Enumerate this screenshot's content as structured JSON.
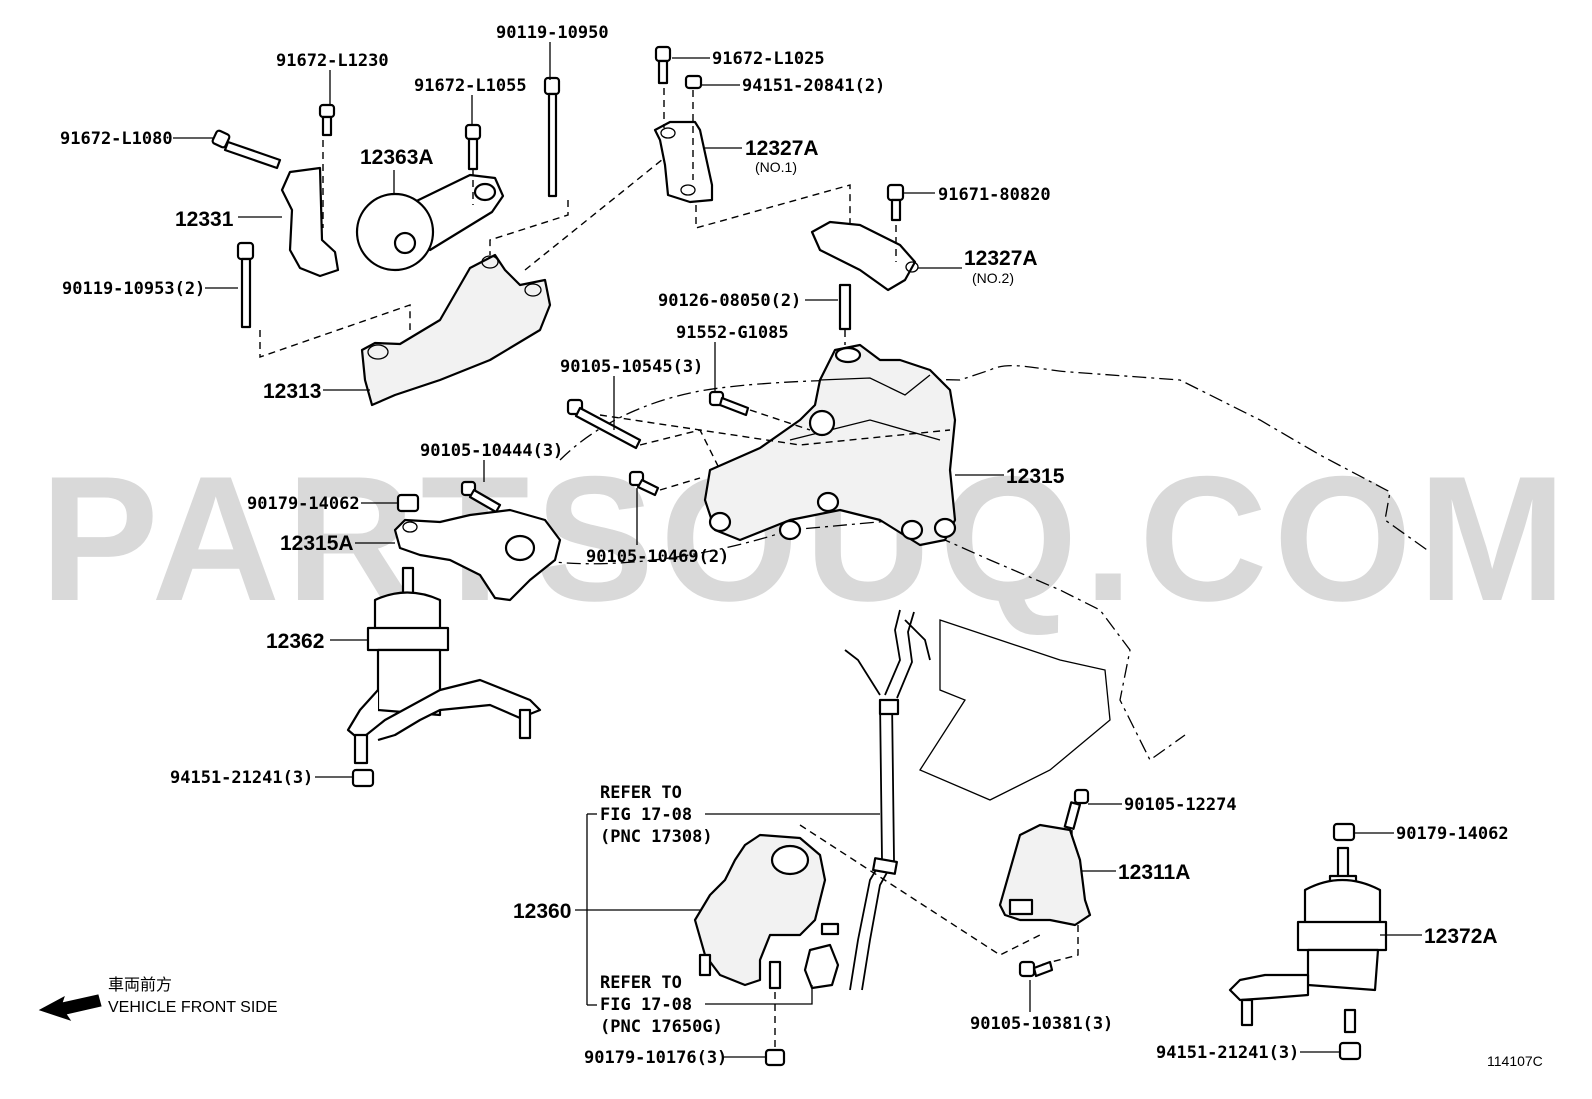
{
  "watermark": "PARTSOUQ.COM",
  "diagram_code": "114107C",
  "direction": {
    "jp": "車両前方",
    "en": "VEHICLE FRONT SIDE"
  },
  "labels": {
    "p90119_10950": "90119-10950",
    "p91672_L1230": "91672-L1230",
    "p91672_L1055": "91672-L1055",
    "p91672_L1080": "91672-L1080",
    "p12363A": "12363A",
    "p12331": "12331",
    "p90119_10953": "90119-10953(2)",
    "p12313": "12313",
    "p91672_L1025": "91672-L1025",
    "p94151_20841": "94151-20841(2)",
    "p12327A_1": "12327A",
    "no1": "(NO.1)",
    "p91671_80820": "91671-80820",
    "p12327A_2": "12327A",
    "no2": "(NO.2)",
    "p90126_08050": "90126-08050(2)",
    "p91552_G1085": "91552-G1085",
    "p90105_10545": "90105-10545(3)",
    "p12315": "12315",
    "p90105_10444": "90105-10444(3)",
    "p90179_14062_a": "90179-14062",
    "p12315A": "12315A",
    "p90105_10469": "90105-10469(2)",
    "p12362": "12362",
    "p94151_21241_a": "94151-21241(3)",
    "refer1_a": "REFER TO",
    "refer1_b": "FIG 17-08",
    "refer1_c": "(PNC 17308)",
    "p12360": "12360",
    "refer2_a": "REFER TO",
    "refer2_b": "FIG 17-08",
    "refer2_c": "(PNC 17650G)",
    "p90179_10176": "90179-10176(3)",
    "p90105_12274": "90105-12274",
    "p12311A": "12311A",
    "p90105_10381": "90105-10381(3)",
    "p90179_14062_b": "90179-14062",
    "p12372A": "12372A",
    "p94151_21241_b": "94151-21241(3)"
  }
}
